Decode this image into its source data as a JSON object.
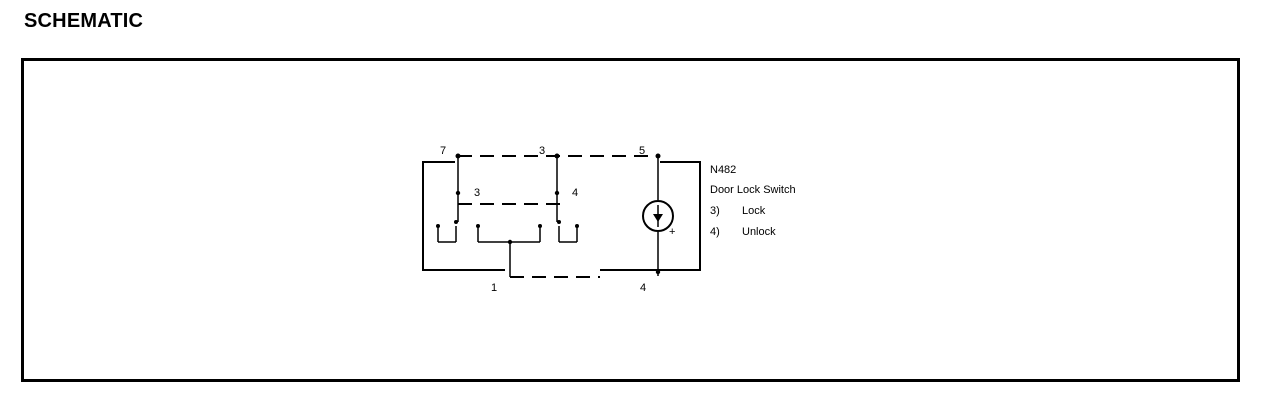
{
  "page": {
    "heading": "SCHEMATIC"
  },
  "schematic": {
    "pins": {
      "top_left": "7",
      "top_middle": "3",
      "top_right": "5",
      "bottom_left": "1",
      "bottom_right": "4"
    },
    "inner_labels": {
      "lock_contact": "3",
      "unlock_contact": "4"
    },
    "component": {
      "id": "N482",
      "name": "Door Lock Switch"
    },
    "legend": [
      {
        "num": "3)",
        "text": "Lock"
      },
      {
        "num": "4)",
        "text": "Unlock"
      }
    ],
    "motor_polarity": "+"
  }
}
